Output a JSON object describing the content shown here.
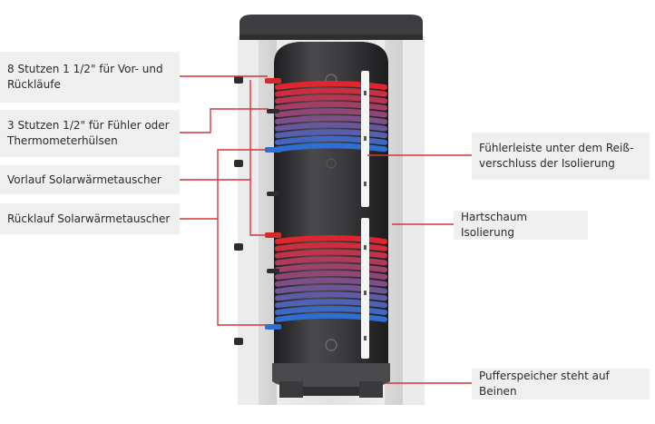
{
  "labels": {
    "stutzen_vor_ruecklaeufe": "8 Stutzen 1 1/2\" für Vor- und\nRückläufe",
    "stutzen_fuehler": "3 Stutzen 1/2\" für Fühler oder\nThermometerhülsen",
    "vorlauf_solar": "Vorlauf Solarwärmetauscher",
    "ruecklauf_solar": "Rücklauf Solarwärmetauscher",
    "fuehlerleiste": "Fühlerleiste unter dem Reiß-\nverschluss der Isolierung",
    "hartschaum": "Hartschaum Isolierung",
    "pufferspeicher_beine": "Pufferspeicher steht auf Beinen"
  },
  "colors": {
    "leader_line": "#d1373a",
    "hot_coil": "#e0262c",
    "cold_coil": "#2f6fd3",
    "tank": "#3a3a3c",
    "insulation": "#e6e6e6",
    "label_bg": "#efefef"
  }
}
